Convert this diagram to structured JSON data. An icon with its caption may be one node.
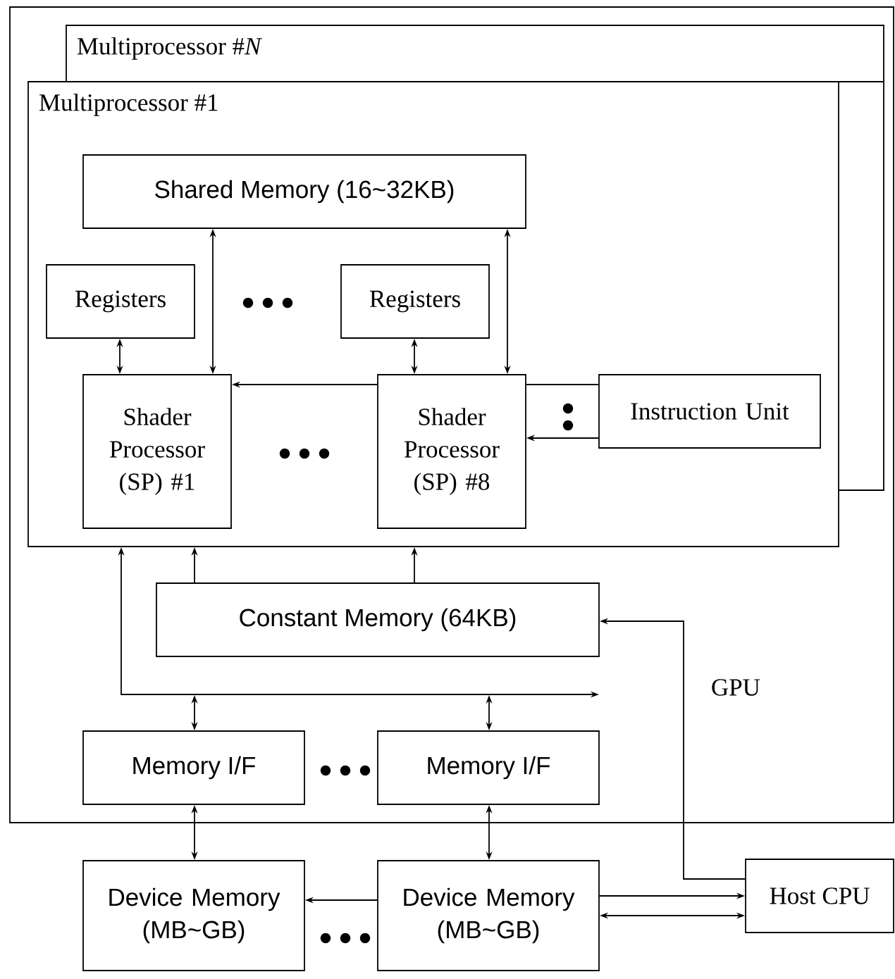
{
  "diagram": {
    "nodes": [
      {
        "text": [
          "GPU"
        ]
      },
      {
        "text": [
          "Multiprocessor #*N*"
        ],
        "in": 0
      },
      {
        "text": [
          "Multiprocessor #1"
        ],
        "in": 0
      },
      {
        "text": [
          "Shared Memory (16~32KB)"
        ],
        "in": 2
      },
      {
        "text": [
          "Registers"
        ],
        "in": 2
      },
      {
        "text": [
          "Registers"
        ],
        "in": 2
      },
      {
        "text": [
          "Shader Processor (SP) #1"
        ],
        "in": 2
      },
      {
        "text": [
          "Shader Processor (SP) #8"
        ],
        "in": 2
      },
      {
        "text": [
          "Instruction Unit"
        ],
        "in": 2
      },
      {
        "text": [
          "Constant Memory (64KB)"
        ],
        "in": 0
      },
      {
        "text": [
          "Memory I/F"
        ],
        "in": 0
      },
      {
        "text": [
          "Memory I/F"
        ],
        "in": 0
      },
      {
        "text": [
          "Device Memory (MB~GB)"
        ]
      },
      {
        "text": [
          "Device Memory (MB~GB)"
        ]
      },
      {
        "text": [
          "Host CPU"
        ]
      }
    ],
    "edges": [
      {
        "from": 3,
        "to": 6,
        "arrow": "both"
      },
      {
        "from": 3,
        "to": 7,
        "arrow": "both"
      },
      {
        "from": 4,
        "to": 6,
        "arrow": "both"
      },
      {
        "from": 5,
        "to": 7,
        "arrow": "both"
      },
      {
        "from": 8,
        "to": 7,
        "arrow": "none"
      },
      {
        "from": 7,
        "to": 6,
        "arrow": "to"
      },
      {
        "from": 8,
        "to": 7,
        "arrow": "to"
      },
      {
        "from": 9,
        "to": 2,
        "arrow": "to"
      },
      {
        "from": 9,
        "to": 2,
        "arrow": "to"
      },
      {
        "from": 10,
        "to": 2,
        "arrow": "both"
      },
      {
        "from": 11,
        "to": 2,
        "arrow": "both"
      },
      {
        "from": 10,
        "to": 12,
        "arrow": "both"
      },
      {
        "from": 11,
        "to": 13,
        "arrow": "both"
      },
      {
        "from": 13,
        "to": 12,
        "arrow": "to"
      },
      {
        "from": 13,
        "to": 14,
        "arrow": "to"
      },
      {
        "from": 13,
        "to": 14,
        "arrow": "both"
      },
      {
        "from": 14,
        "to": 9,
        "arrow": "to"
      }
    ]
  }
}
